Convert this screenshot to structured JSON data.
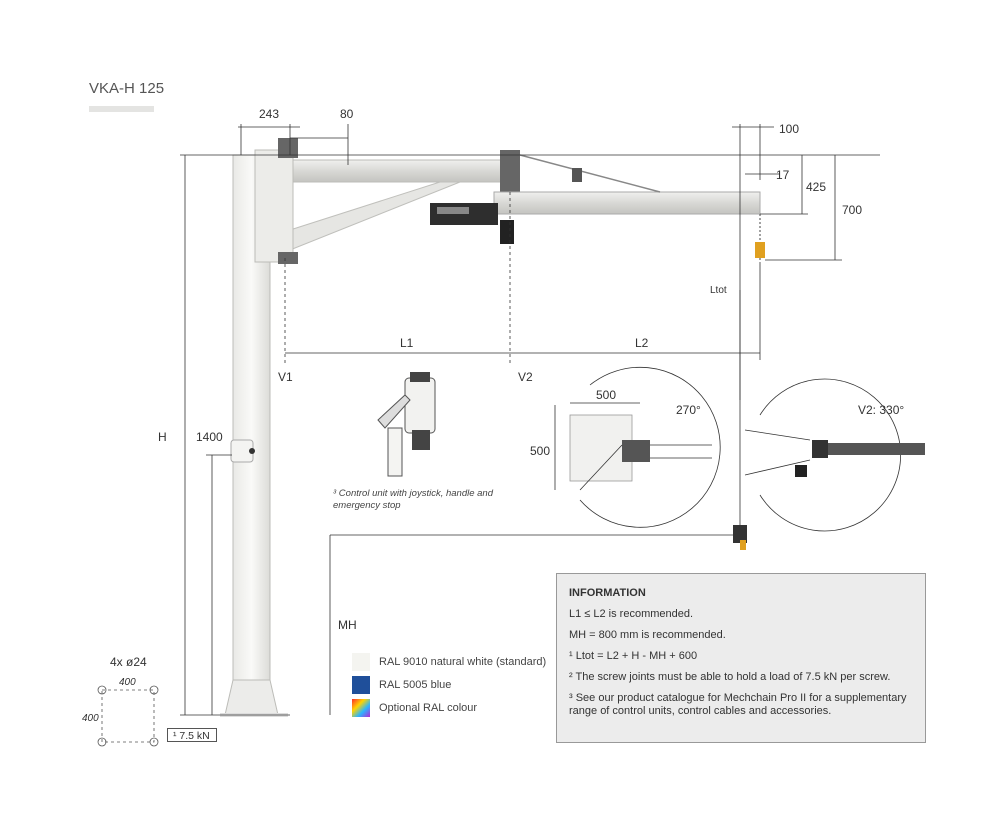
{
  "title": "VKA-H 125",
  "dimensions": {
    "d243": "243",
    "d80": "80",
    "d100": "100",
    "d17": "17",
    "d425": "425",
    "d700": "700",
    "l1": "L1",
    "l2": "L2",
    "ltot": "Ltot",
    "v1": "V1",
    "v2": "V2",
    "h": "H",
    "d1400": "1400",
    "mh": "MH",
    "bolts": "4x ø24",
    "base_w": "400",
    "base_h": "400",
    "plate_w": "500",
    "plate_h": "500",
    "angle1": "270°",
    "angle2": "V2: 330°"
  },
  "load_label": "¹ 7.5 kN",
  "control_note": "³ Control unit with joystick, handle and emergency stop",
  "legend": [
    {
      "label": "RAL 9010 natural white (standard)",
      "color": "#f4f4f0"
    },
    {
      "label": "RAL 5005 blue",
      "color": "#1f4f9a"
    },
    {
      "label": "Optional RAL colour",
      "color": "multicolor"
    }
  ],
  "info": {
    "heading": "INFORMATION",
    "lines": [
      "L1 ≤ L2 is recommended.",
      "MH = 800 mm is recommended.",
      "¹ Ltot = L2 + H - MH + 600",
      "² The screw joints must be able to hold a load of 7.5 kN per screw.",
      "³ See our product catalogue for Mechchain Pro II for a supplementary range of control units, control cables and accessories."
    ]
  }
}
